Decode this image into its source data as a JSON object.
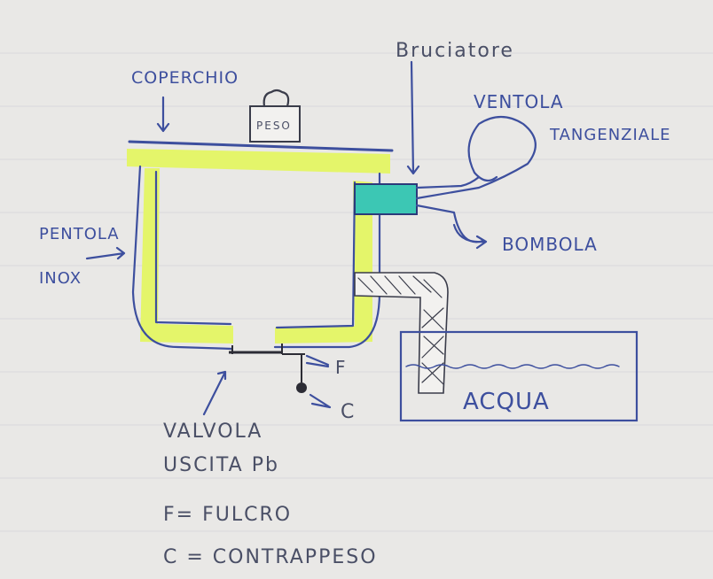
{
  "labels": {
    "coperchio": "COPERCHIO",
    "peso": "PESO",
    "bruciatore": "Bruciatore",
    "ventola_line1": "VENTOLA",
    "ventola_line2": "TANGENZIALE",
    "bombola": "BOMBOLA",
    "pentola_line1": "PENTOLA",
    "pentola_line2": "INOX",
    "acqua": "ACQUA",
    "fulcro_letter": "F",
    "contrappeso_letter": "C",
    "valvola_line1": "VALVOLA",
    "valvola_line2": "USCITA Pb",
    "legend_f": "F= FULCRO",
    "legend_c": "C = CONTRAPPESO"
  },
  "colors": {
    "ink_blue": "#3d4f9e",
    "ink_dark": "#3a3c4a",
    "highlighter_yellow": "#e4f56a",
    "burner_teal": "#3cc7b4",
    "paper": "#e9e8e6"
  }
}
